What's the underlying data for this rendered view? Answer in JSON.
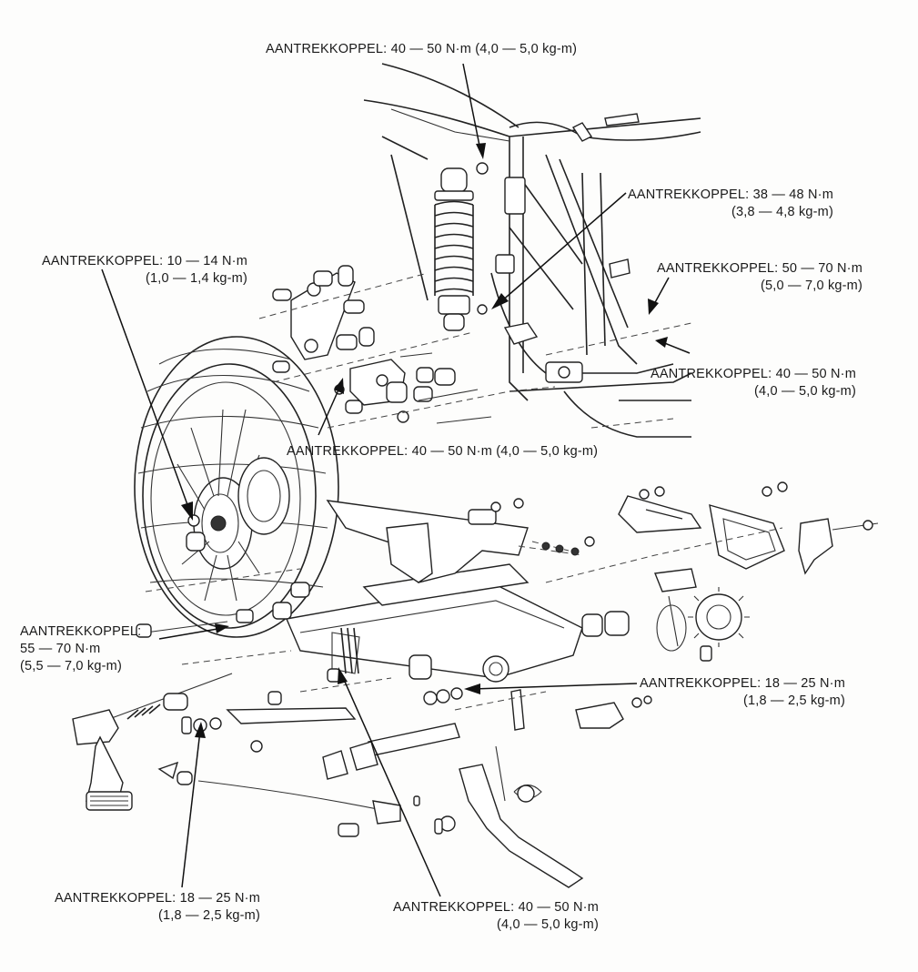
{
  "torque_labels": [
    {
      "lines": [
        "AANTREKKOPPEL: 40 — 50 N·m (4,0 — 5,0 kg-m)"
      ]
    },
    {
      "lines": [
        "AANTREKKOPPEL: 38 — 48 N·m",
        "(3,8 — 4,8 kg-m)"
      ]
    },
    {
      "lines": [
        "AANTREKKOPPEL: 10 — 14 N·m",
        "(1,0 — 1,4 kg-m)"
      ]
    },
    {
      "lines": [
        "AANTREKKOPPEL: 50 — 70 N·m",
        "(5,0 — 7,0 kg-m)"
      ]
    },
    {
      "lines": [
        "AANTREKKOPPEL: 40 — 50 N·m",
        "(4,0 — 5,0 kg-m)"
      ]
    },
    {
      "lines": [
        "AANTREKKOPPEL: 40 — 50 N·m (4,0 — 5,0 kg-m)"
      ]
    },
    {
      "lines": [
        "AANTREKKOPPEL:",
        "55 — 70 N·m",
        "(5,5 — 7,0 kg-m)"
      ]
    },
    {
      "lines": [
        "AANTREKKOPPEL: 18 — 25 N·m",
        "(1,8 — 2,5 kg-m)"
      ]
    },
    {
      "lines": [
        "AANTREKKOPPEL: 18 — 25 N·m",
        "(1,8 — 2,5 kg-m)"
      ]
    },
    {
      "lines": [
        "AANTREKKOPPEL: 40 — 50 N·m",
        "(4,0 — 5,0 kg-m)"
      ]
    }
  ],
  "colors": {
    "ink": "#1a1a1a",
    "paper": "#fdfdfc"
  }
}
